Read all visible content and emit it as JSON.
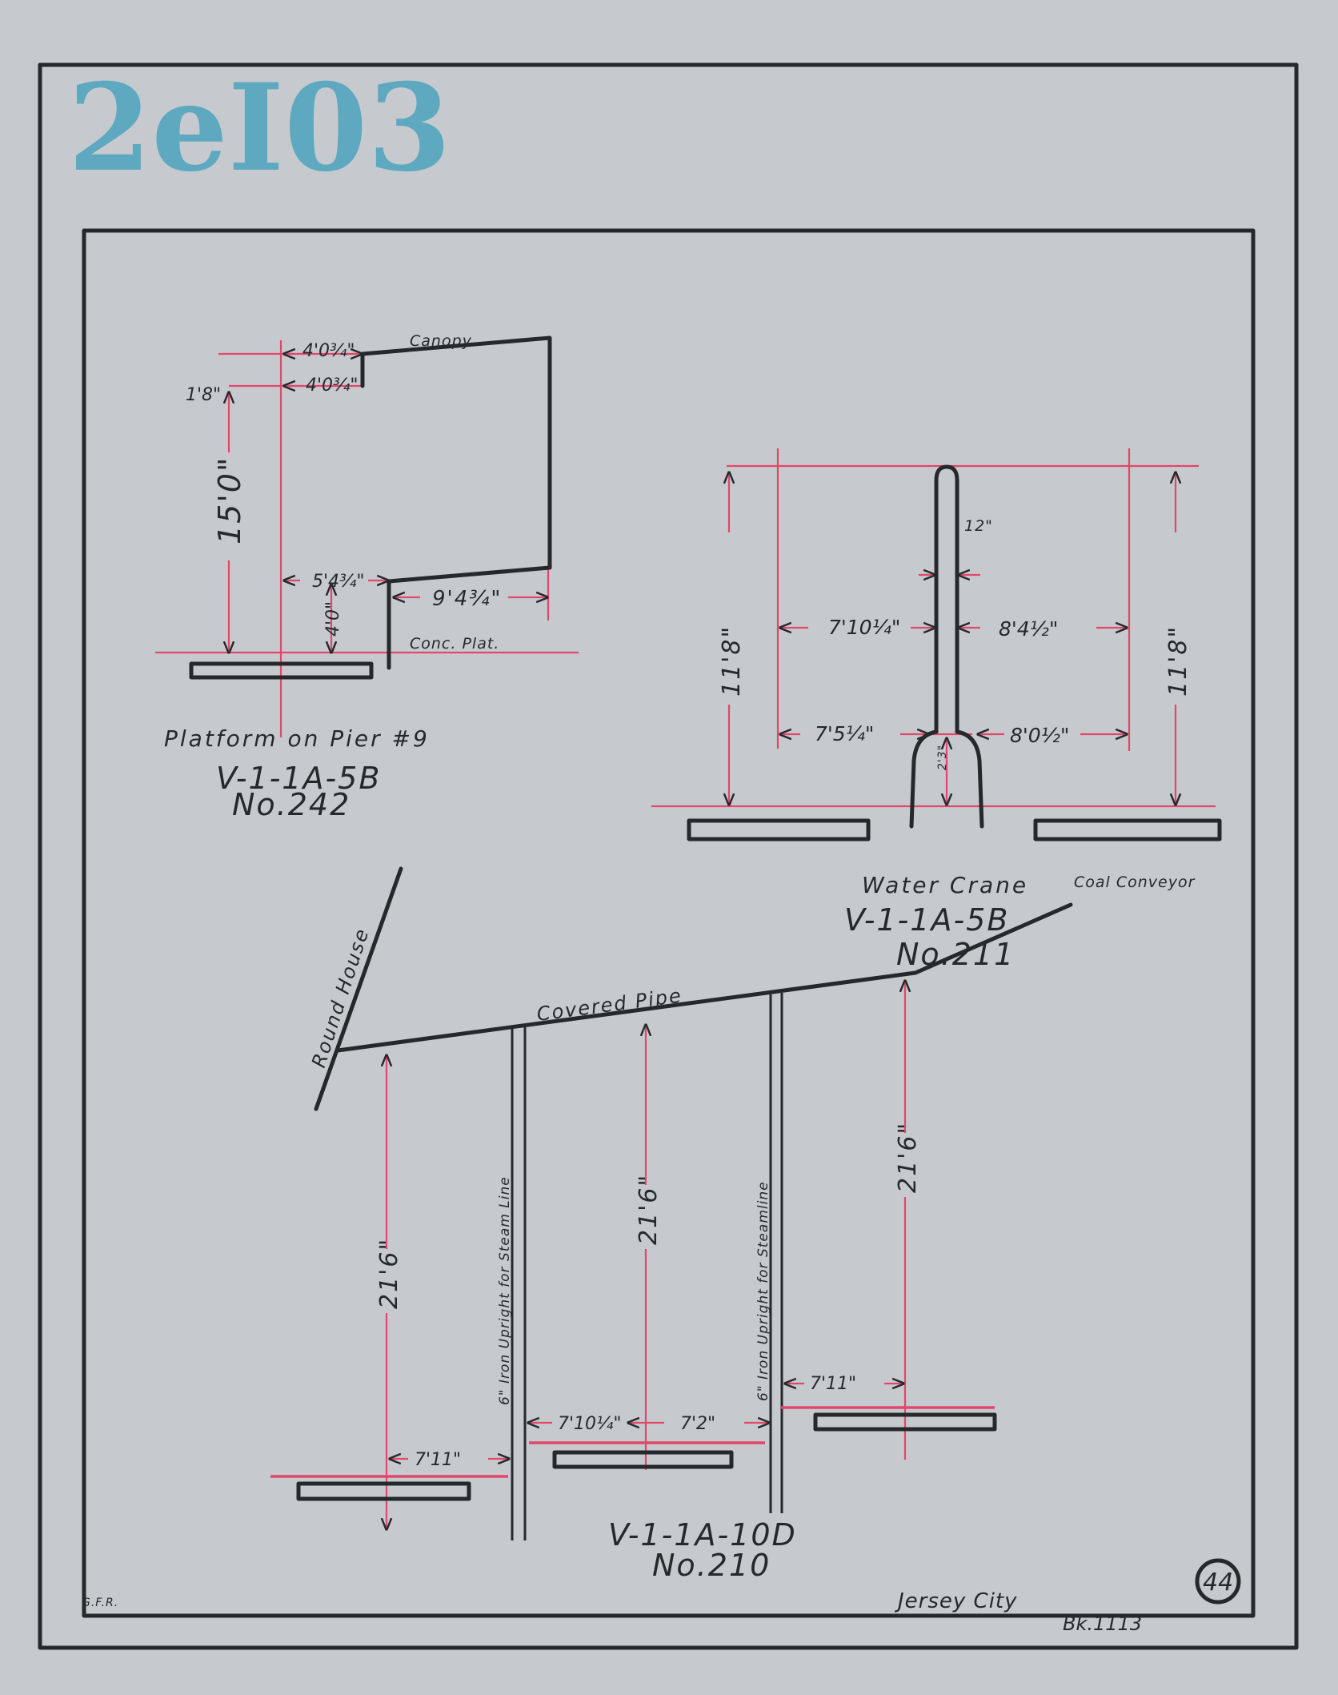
{
  "stamp_text": "2eI03",
  "sheet": {
    "initials": "G.F.R.",
    "location": "Jersey City",
    "book": "Bk.1113",
    "page_number": "44"
  },
  "platform": {
    "title": "Platform on Pier #9",
    "code": "V-1-1A-5B",
    "number": "No.242",
    "canopy_label": "Canopy",
    "plat_label": "Conc. Plat.",
    "dims": {
      "canopy_top": "4'0¾\"",
      "canopy_bottom": "4'0¾\"",
      "canopy_depth": "1'8\"",
      "height": "15'0\"",
      "lower_offset": "5'4¾\"",
      "lower_height": "4'0\"",
      "lower_width": "9'4¾\""
    }
  },
  "water_crane": {
    "title": "Water Crane",
    "code": "V-1-1A-5B",
    "number": "No.211",
    "dims": {
      "height_left": "11'8\"",
      "height_right": "11'8\"",
      "column_width": "12\"",
      "upper_left": "7'10¼\"",
      "upper_right": "8'4½\"",
      "lower_left": "7'5¼\"",
      "lower_right": "8'0½\"",
      "base_height": "2'3\""
    }
  },
  "pipe": {
    "code": "V-1-1A-10D",
    "number": "No.210",
    "round_house": "Round House",
    "coal_conveyor": "Coal Conveyor",
    "covered_pipe": "Covered Pipe",
    "upright_left": "6\" Iron Upright for Steam Line",
    "upright_right": "6\" Iron Upright for Steamline",
    "dims": {
      "height_1": "21'6\"",
      "height_2": "21'6\"",
      "height_3": "21'6\"",
      "clear_left": "7'11\"",
      "clear_mid_left": "7'10¼\"",
      "clear_mid_right": "7'2\"",
      "clear_right": "7'11\""
    }
  },
  "colors": {
    "paper": "#c6cacf",
    "ink": "#26292c",
    "red": "#e2476a",
    "stamp": "#3d9fbb"
  }
}
